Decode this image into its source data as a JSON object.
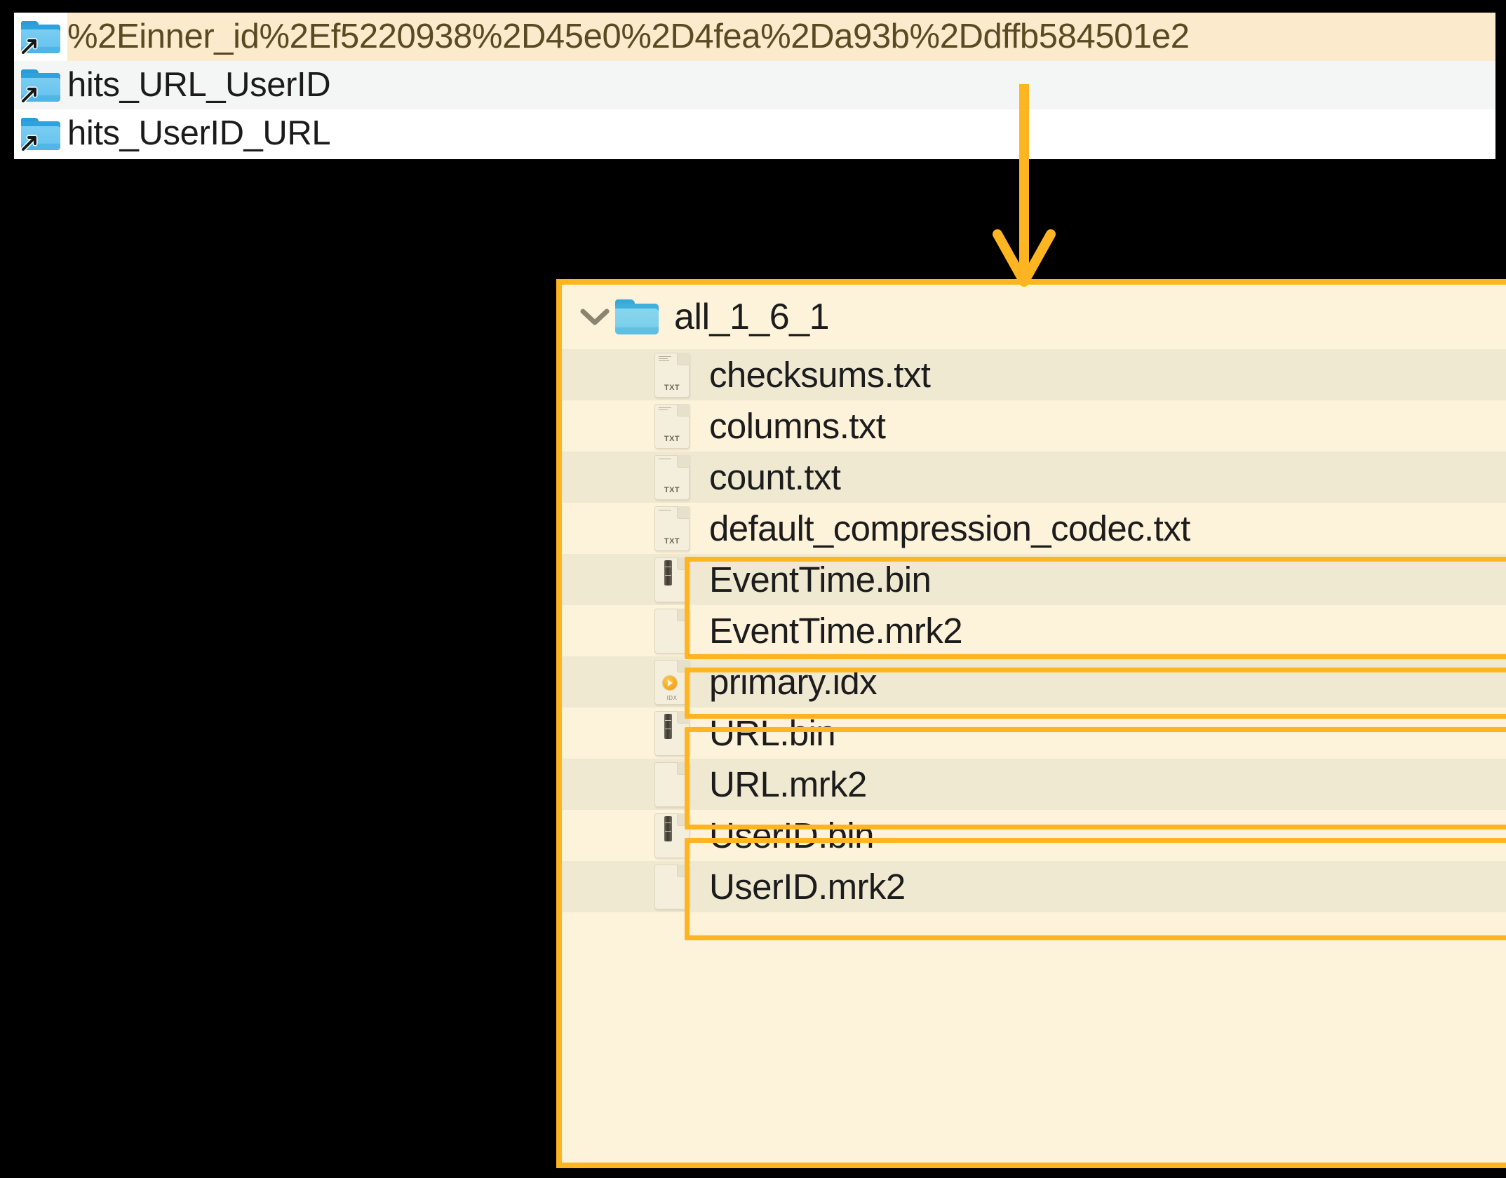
{
  "top_list": {
    "rows": [
      {
        "icon": "folder-symlink-icon",
        "label": "%2Einner_id%2Ef5220938%2D45e0%2D4fea%2Da93b%2Ddffb584501e2",
        "highlighted": true
      },
      {
        "icon": "folder-symlink-icon",
        "label": "hits_URL_UserID",
        "highlighted": false
      },
      {
        "icon": "folder-symlink-icon",
        "label": "hits_UserID_URL",
        "highlighted": false
      }
    ]
  },
  "annotation": {
    "arrow": "down-arrow",
    "accent_color": "#ffb521",
    "highlight_bg": "#fbeacc"
  },
  "detail_panel": {
    "border_color": "#ffb521",
    "background": "#fdf2da",
    "row_alt_background": "#f0e9d2",
    "header": {
      "expander": "chevron-down-icon",
      "icon": "folder-icon",
      "label": "all_1_6_1"
    },
    "files": [
      {
        "name": "checksums.txt",
        "icon": "txt-file-icon",
        "boxed": false
      },
      {
        "name": "columns.txt",
        "icon": "txt-file-icon",
        "boxed": false
      },
      {
        "name": "count.txt",
        "icon": "txt-file-icon",
        "boxed": false
      },
      {
        "name": "default_compression_codec.txt",
        "icon": "txt-file-icon",
        "boxed": false
      },
      {
        "name": "EventTime.bin",
        "icon": "bin-file-icon",
        "boxed": true
      },
      {
        "name": "EventTime.mrk2",
        "icon": "mark-file-icon",
        "boxed": true
      },
      {
        "name": "primary.idx",
        "icon": "idx-file-icon",
        "boxed": true
      },
      {
        "name": "URL.bin",
        "icon": "bin-file-icon",
        "boxed": true
      },
      {
        "name": "URL.mrk2",
        "icon": "mark-file-icon",
        "boxed": true
      },
      {
        "name": "UserID.bin",
        "icon": "bin-file-icon",
        "boxed": true
      },
      {
        "name": "UserID.mrk2",
        "icon": "mark-file-icon",
        "boxed": true
      }
    ],
    "highlight_groups": [
      {
        "label": "EventTime-group",
        "first": 4,
        "last": 5
      },
      {
        "label": "primary-idx-group",
        "first": 6,
        "last": 6
      },
      {
        "label": "URL-group",
        "first": 7,
        "last": 8
      },
      {
        "label": "UserID-group",
        "first": 9,
        "last": 10
      }
    ]
  }
}
